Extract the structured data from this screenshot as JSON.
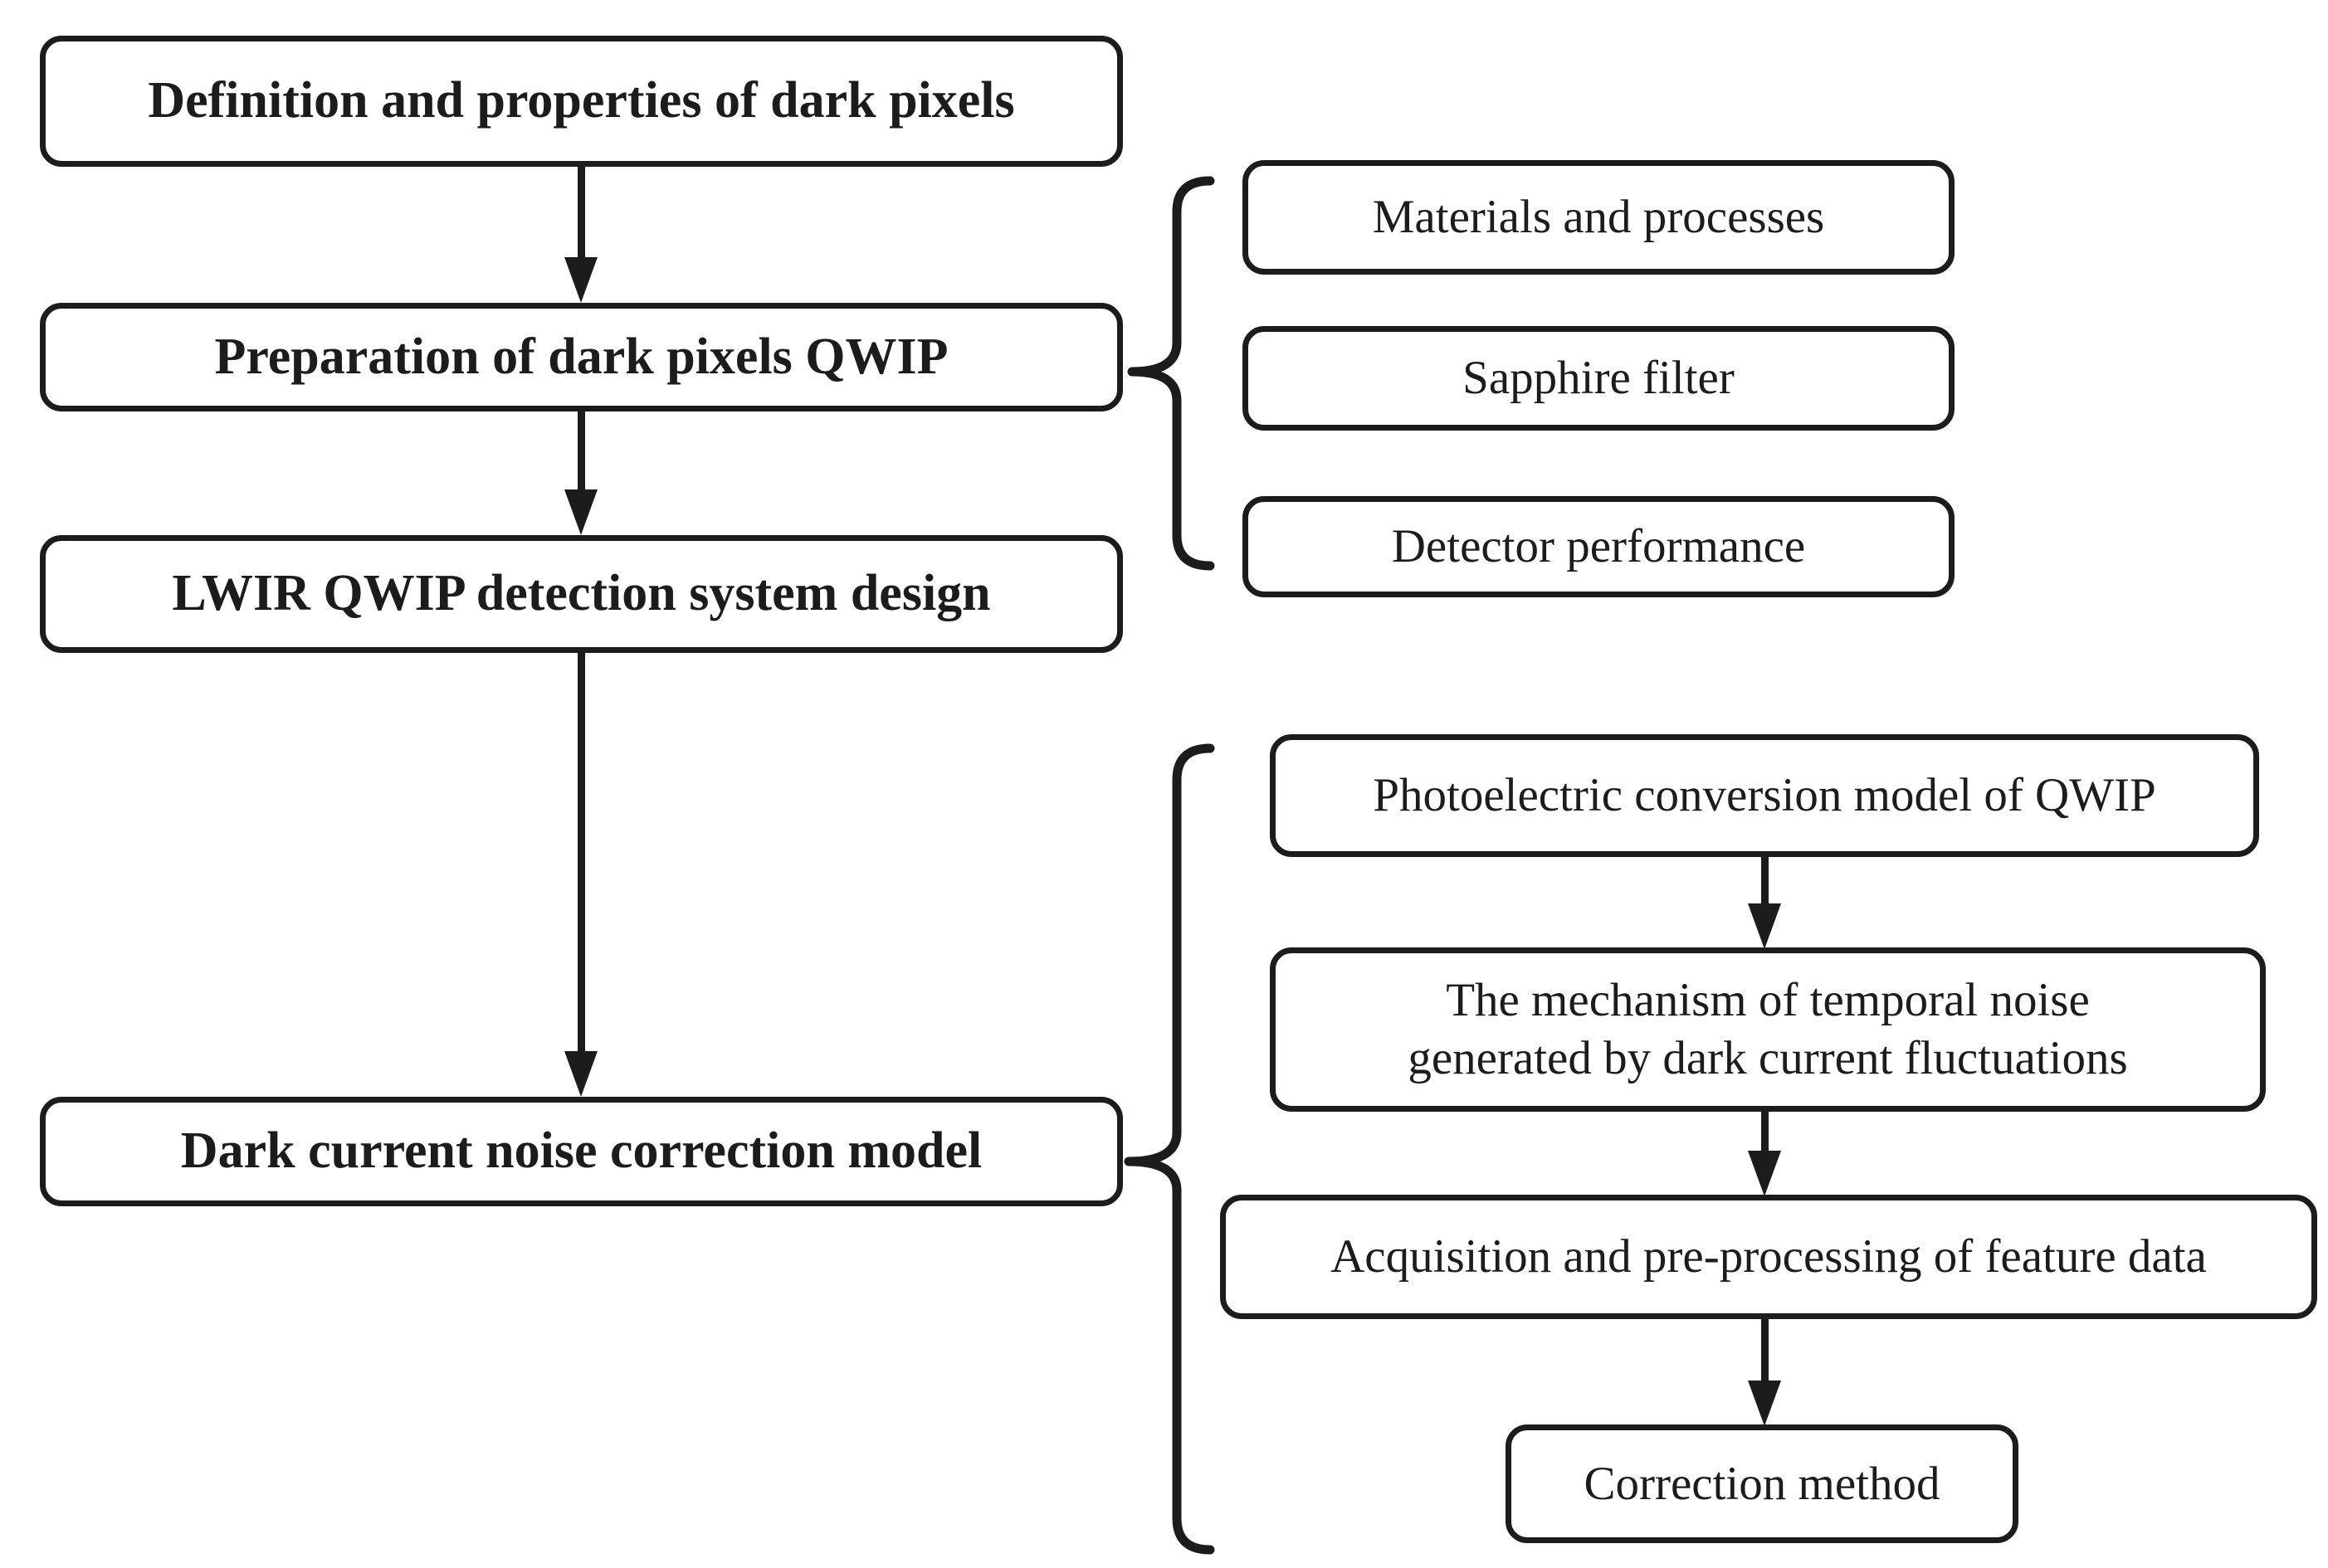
{
  "main_flow": [
    {
      "label": "Definition and properties of dark pixels"
    },
    {
      "label": "Preparation of dark pixels QWIP"
    },
    {
      "label": "LWIR QWIP detection system design"
    },
    {
      "label": "Dark current noise correction model"
    }
  ],
  "preparation_branch": {
    "items": [
      {
        "label": "Materials and processes"
      },
      {
        "label": "Sapphire filter"
      },
      {
        "label": "Detector performance"
      }
    ]
  },
  "correction_branch": {
    "items": [
      {
        "label": "Photoelectric conversion model of QWIP"
      },
      {
        "label": "The mechanism of temporal noise generated by dark current fluctuations"
      },
      {
        "label": "Acquisition and pre-processing of feature data"
      },
      {
        "label": "Correction method"
      }
    ]
  },
  "colors": {
    "line": "#1c1c1c",
    "box_fill": "#ffffff",
    "text": "#1c1c1c",
    "background": "#ffffff"
  }
}
